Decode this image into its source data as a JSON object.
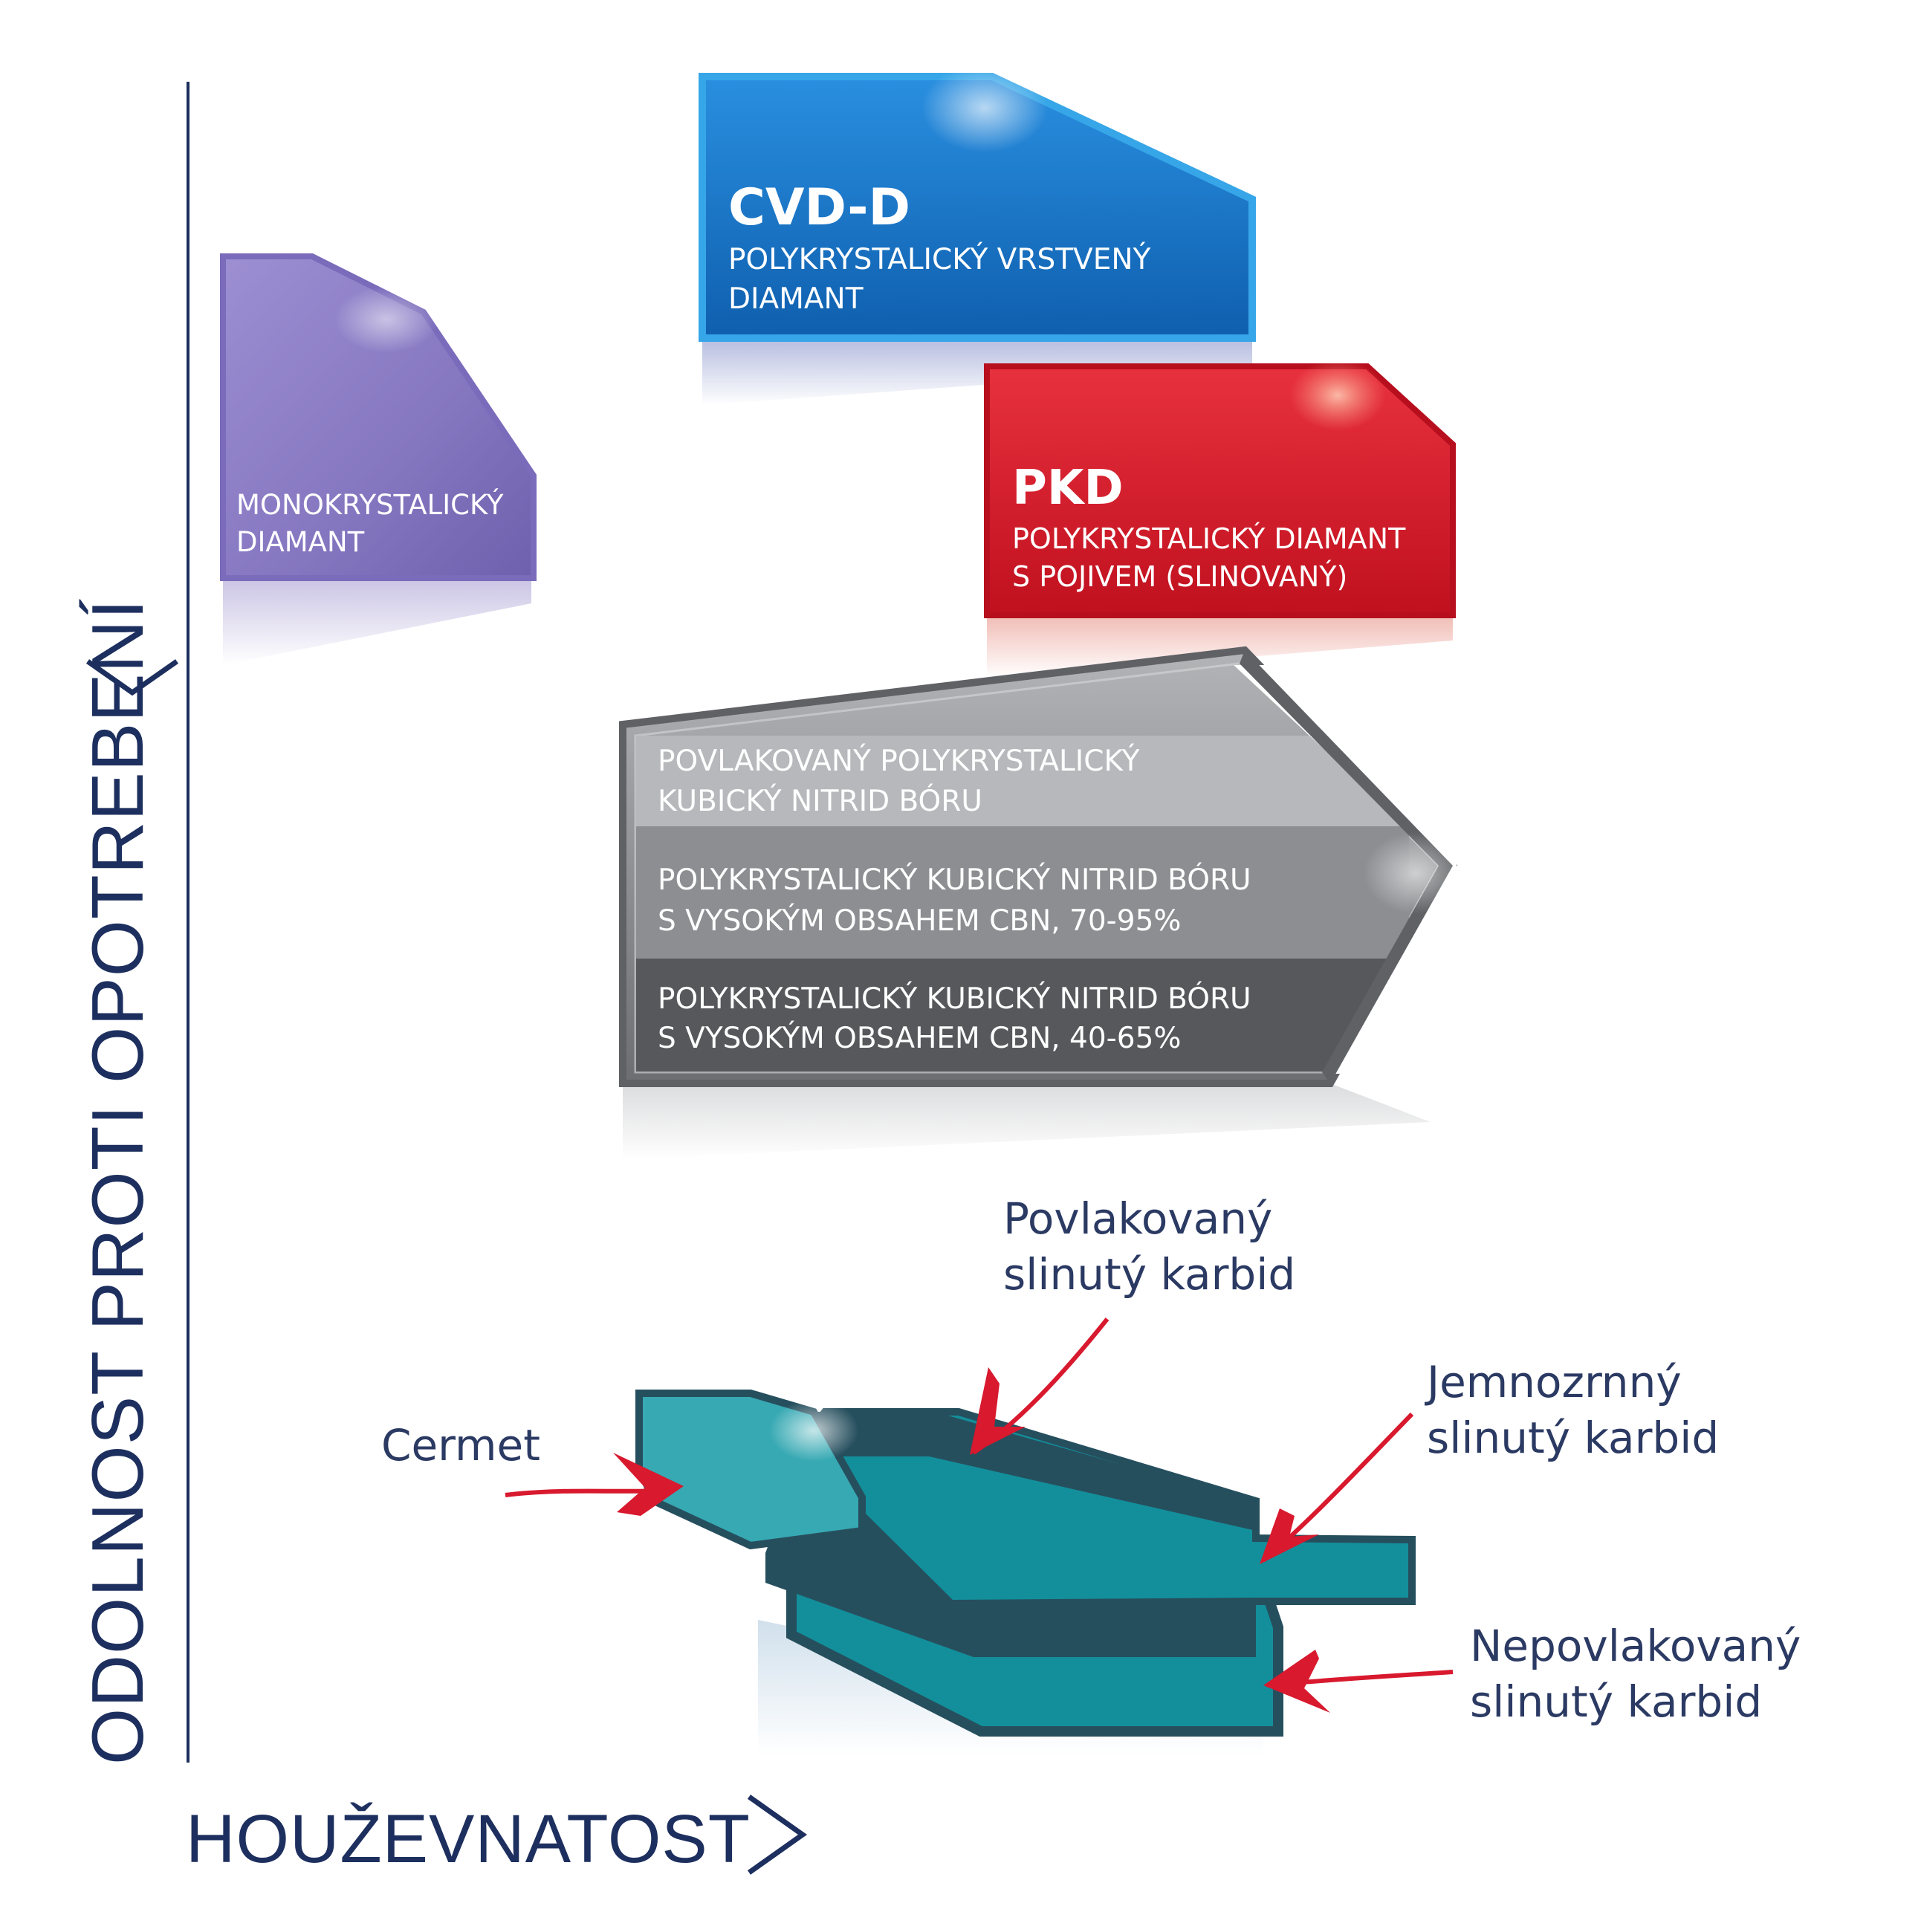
{
  "axes": {
    "y_label": "ODOLNOST PROTI OPOTREBENÍ",
    "x_label": "HOUŽEVNATOST",
    "arrow_glyph": ">"
  },
  "boxes": {
    "mono": {
      "line1": "MONOKRYSTALICKÝ",
      "line2": "DIAMANT",
      "color": "#8a7cc4"
    },
    "cvd": {
      "title": "CVD-D",
      "line1": "POLYKRYSTALICKÝ VRSTVENÝ",
      "line2": "DIAMANT",
      "color": "#1a74c4"
    },
    "pkd": {
      "title": "PKD",
      "line1": "POLYKRYSTALICKÝ DIAMANT",
      "line2": "S POJIVEM (SLINOVANÝ)",
      "color": "#d61a2a"
    },
    "cbn": {
      "rows": [
        {
          "line1": "POVLAKOVANÝ POLYKRYSTALICKÝ",
          "line2": "KUBICKÝ NITRID BÓRU"
        },
        {
          "line1": "POLYKRYSTALICKÝ KUBICKÝ NITRID BÓRU",
          "line2": "S VYSOKÝM OBSAHEM CBN, 70-95%"
        },
        {
          "line1": "POLYKRYSTALICKÝ KUBICKÝ NITRID BÓRU",
          "line2": "S VYSOKÝM OBSAHEM CBN, 40-65%"
        }
      ],
      "color": "#7c7e82"
    }
  },
  "callouts": {
    "cermet": "Cermet",
    "coated_carbide": {
      "line1": "Povlakovaný",
      "line2": "slinutý karbid"
    },
    "fine_grain_carbide": {
      "line1": "Jemnozrnný",
      "line2": "slinutý karbid"
    },
    "uncoated_carbide": {
      "line1": "Nepovlakovaný",
      "line2": "slinutý karbid"
    }
  },
  "colors": {
    "axis": "#1d2f5e",
    "arrow": "#d8192e",
    "teal_light": "#37a9b3",
    "teal_mid": "#138f9b",
    "teal_dark": "#264f5e"
  }
}
